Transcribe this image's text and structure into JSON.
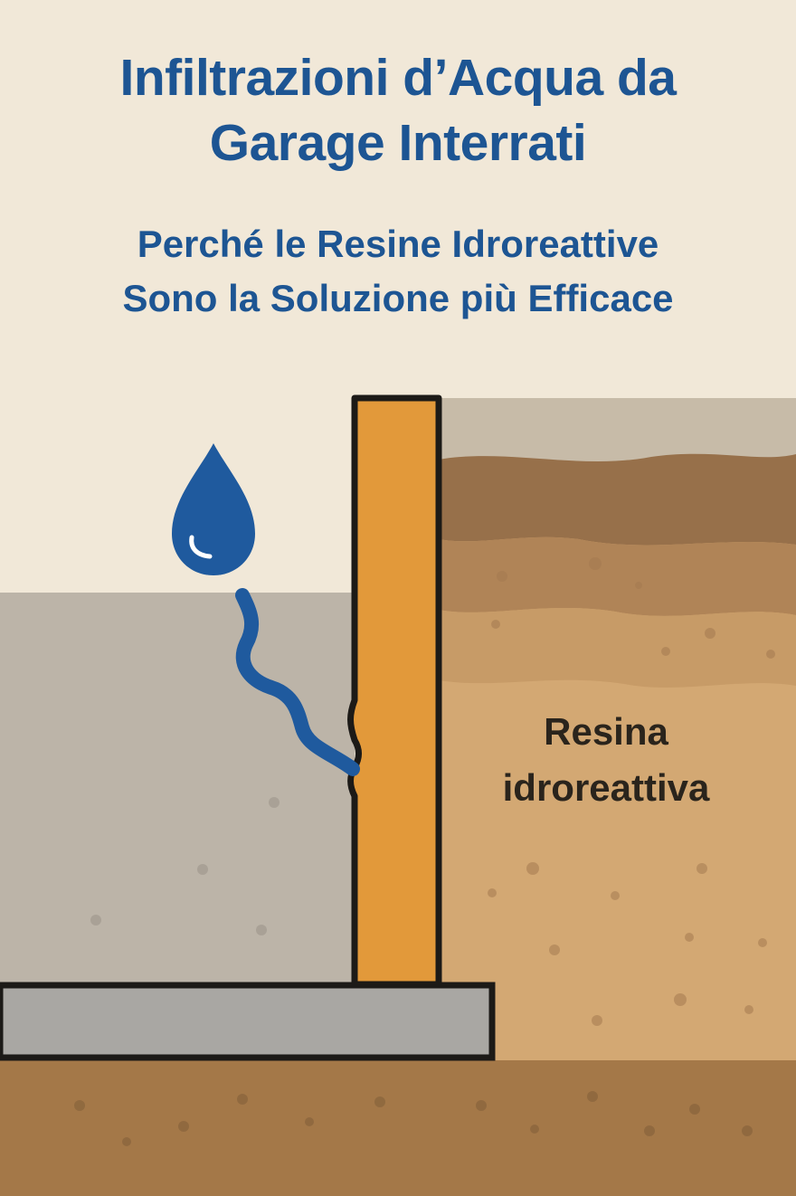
{
  "heading": {
    "title_line1": "Infiltrazioni d’Acqua da",
    "title_line2": "Garage Interrati",
    "subtitle_line1": "Perché le Resine Idroreattive",
    "subtitle_line2": "Sono la Soluzione più Efficace"
  },
  "diagram": {
    "label_line1": "Resina",
    "label_line2": "idroreattiva",
    "icons": [
      "water-drop-icon"
    ],
    "colors": {
      "background": "#f1e8d8",
      "title": "#1d5593",
      "water": "#1f5a9e",
      "resin": "#e2993a",
      "concrete": "#bcb4a8",
      "slab": "#a9a7a3",
      "soil_light": "#d3a873",
      "soil_dark": "#9a7245",
      "outline": "#1c1a17"
    }
  }
}
